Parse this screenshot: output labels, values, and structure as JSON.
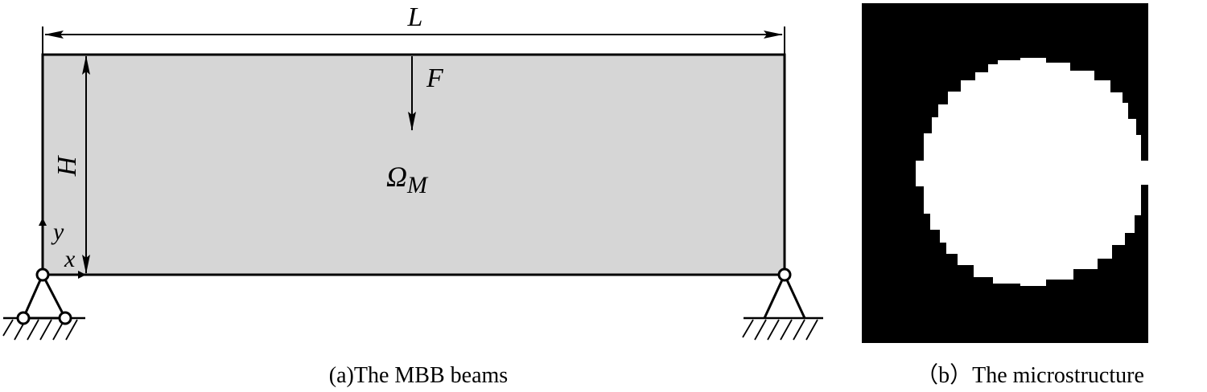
{
  "panel_a": {
    "dimension_length_label": "L",
    "dimension_height_label": "H",
    "load_label": "F",
    "domain_symbol": "Ω",
    "domain_subscript": "M",
    "axis_x_label": "x",
    "axis_y_label": "y",
    "caption": "(a)The MBB beams"
  },
  "panel_b": {
    "caption": "（b）The microstructure"
  },
  "colors": {
    "beam_fill": "#d6d6d6",
    "stroke": "#000000",
    "micro_background": "#000000",
    "micro_inclusion": "#ffffff"
  }
}
